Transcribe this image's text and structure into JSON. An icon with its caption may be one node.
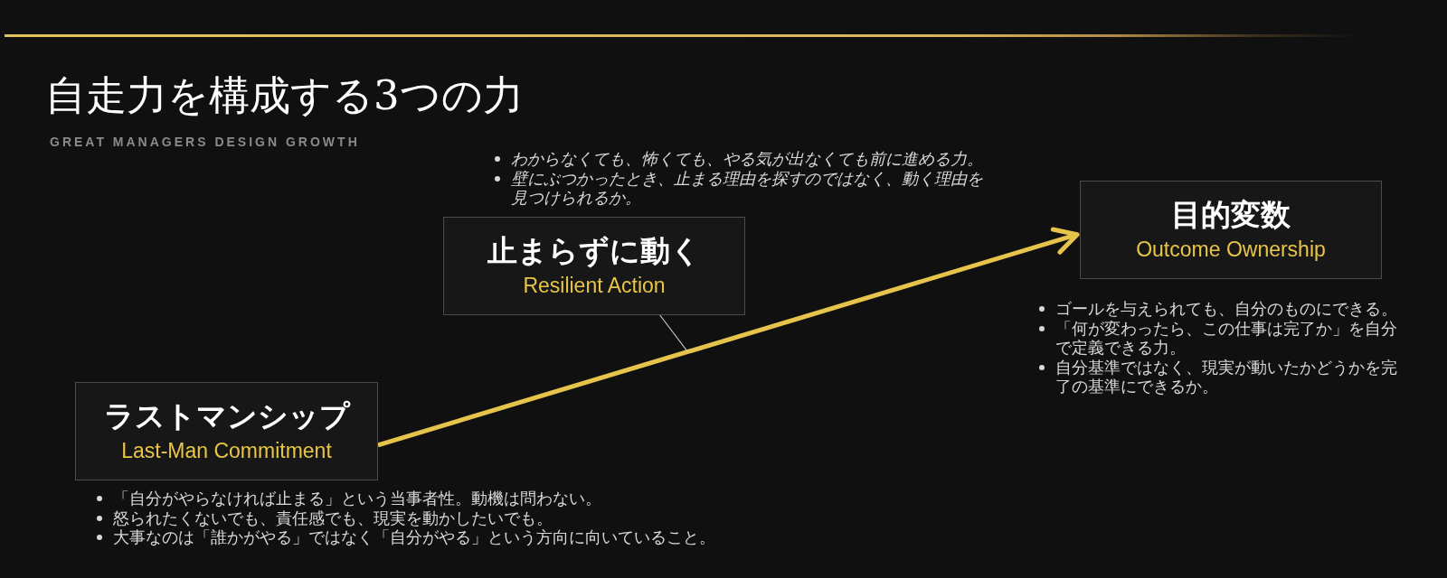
{
  "diagram": {
    "title": "自走力を構成する3つの力",
    "nodes": [
      {
        "text": [
          "ラストマンシップ",
          "Last-Man Commitment"
        ],
        "beside": [
          "「自分がやらなければ止まる」という当事者性。動機は問わない。",
          "怒られたくないでも、責任感でも、現実を動かしたいでも。",
          "大事なのは「誰かがやる」ではなく「自分がやる」という方向に向いていること。"
        ]
      },
      {
        "text": [
          "止まらずに動く",
          "Resilient Action"
        ],
        "beside": [
          "わからなくても、怖くても、やる気が出なくても前に進める力。",
          "壁にぶつかったとき、止まる理由を探すのではなく、動く理由を見つけられるか。"
        ]
      },
      {
        "text": [
          "目的変数",
          "Outcome Ownership"
        ],
        "beside": [
          "ゴールを与えられても、自分のものにできる。",
          "「何が変わったら、この仕事は完了か」を自分で定義できる力。",
          "自分基準ではなく、現実が動いたかどうかを完了の基準にできるか。"
        ]
      }
    ],
    "edges": [
      {
        "from": 0,
        "to": 2,
        "arrow": "to",
        "style": "thick",
        "color": "#e6c34a"
      },
      {
        "from": 1,
        "to": null,
        "arrow": "none",
        "color": "#cccccc"
      }
    ],
    "labels": [
      "GREAT MANAGERS DESIGN GROWTH"
    ]
  }
}
